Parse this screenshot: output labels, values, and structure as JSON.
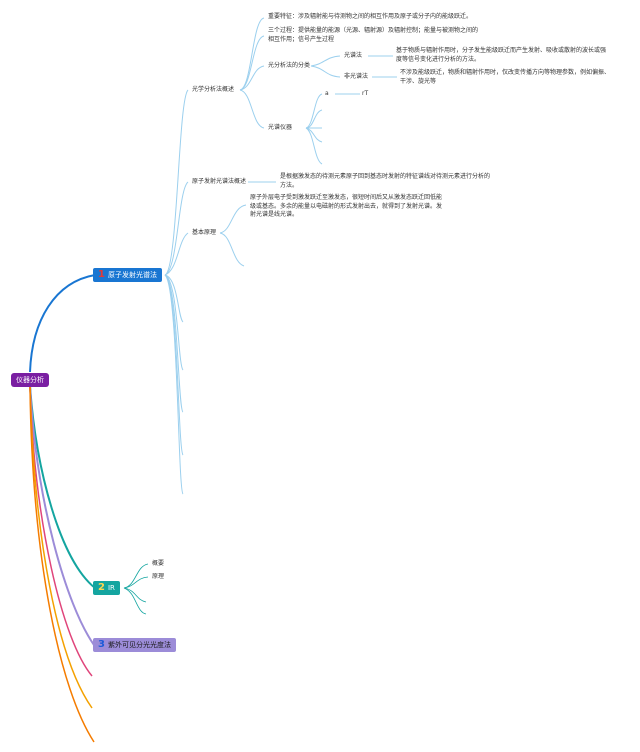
{
  "root": {
    "label": "仪器分析"
  },
  "branch1": {
    "number": "1",
    "label": "原子发射光谱法",
    "sub1": {
      "label": "光学分析法概述",
      "important": "重要特征：涉及辐射能与待测物之间的相互作用及原子或分子内的能级跃迁。",
      "three_line1": "三个过程：提供能量的能源（光源、辐射源）及辐射控制；能量与被测物之间的",
      "three_line2": "相互作用；信号产生过程",
      "classify": {
        "label": "光分析法的分类",
        "spectral": "光谱法",
        "spectral_desc": "基于物质与辐射作用时，分子发生能级跃迁而产生发射、吸收或散射的波长或强度等信号变化进行分析的方法。",
        "nonspectral": "非光谱法",
        "nonspectral_desc": "不涉及能级跃迁，物质和辐射作用时，仅改变传播方向等物理参数，例如偏振、干涉、旋光等"
      },
      "instrument": {
        "label": "光谱仪器",
        "a": "a",
        "rt": "rT"
      }
    },
    "sub2": {
      "label": "原子发射光谱法概述",
      "desc": "是根据激发态的待测元素原子回到基态时发射的特征谱线对待测元素进行分析的方法。"
    },
    "sub3": {
      "label": "基本原理",
      "desc": "原子外层电子受到激发跃迁至激发态，很短时间后又从激发态跃迁回低能级或基态。多余的能量以电磁射的形式发射出去，就得到了发射光谱。发射光谱是线光谱。"
    }
  },
  "branch2": {
    "number": "2",
    "label": "IR",
    "items": [
      "概要",
      "原理"
    ]
  },
  "branch3": {
    "number": "3",
    "label": "紫外可见分光光度法"
  },
  "colors": {
    "root": "#7a1fa2",
    "branch1": "#1976d2",
    "branch2": "#14a5a0",
    "branch3": "#9c8cd8",
    "branch4": "#e0457b",
    "branch5": "#f4a100",
    "branch6": "#f57c00",
    "thin_lines": "#9cd0ee"
  }
}
